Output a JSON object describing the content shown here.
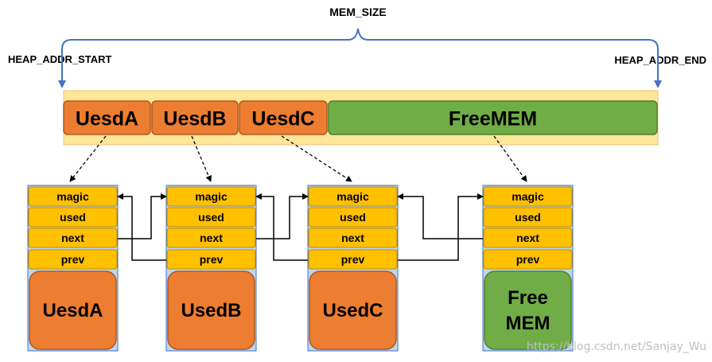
{
  "labels": {
    "mem_size": "MEM_SIZE",
    "heap_start": "HEAP_ADDR_START",
    "heap_end": "HEAP_ADDR_END"
  },
  "heap": {
    "segments": [
      {
        "label": "UesdA",
        "kind": "used"
      },
      {
        "label": "UesdB",
        "kind": "used"
      },
      {
        "label": "UesdC",
        "kind": "used"
      },
      {
        "label": "FreeMEM",
        "kind": "free"
      }
    ]
  },
  "blocks": [
    {
      "fields": [
        "magic",
        "used",
        "next",
        "prev"
      ],
      "body": [
        "UesdA"
      ],
      "kind": "used"
    },
    {
      "fields": [
        "magic",
        "used",
        "next",
        "prev"
      ],
      "body": [
        "UsedB"
      ],
      "kind": "used"
    },
    {
      "fields": [
        "magic",
        "used",
        "next",
        "prev"
      ],
      "body": [
        "UsedC"
      ],
      "kind": "used"
    },
    {
      "fields": [
        "magic",
        "used",
        "next",
        "prev"
      ],
      "body": [
        "Free",
        "MEM"
      ],
      "kind": "free"
    }
  ],
  "watermark": "https://blog.csdn.net/Sanjay_Wu",
  "colors": {
    "used_fill": "#ed7d31",
    "used_stroke": "#ae5a21",
    "free_fill": "#70ad47",
    "free_stroke": "#507e32",
    "field_fill": "#ffc000",
    "field_stroke": "#bc8c00",
    "heap_bg": "#ffe699",
    "block_bg": "#bdd7ee",
    "arrow_blue": "#4472c4"
  }
}
